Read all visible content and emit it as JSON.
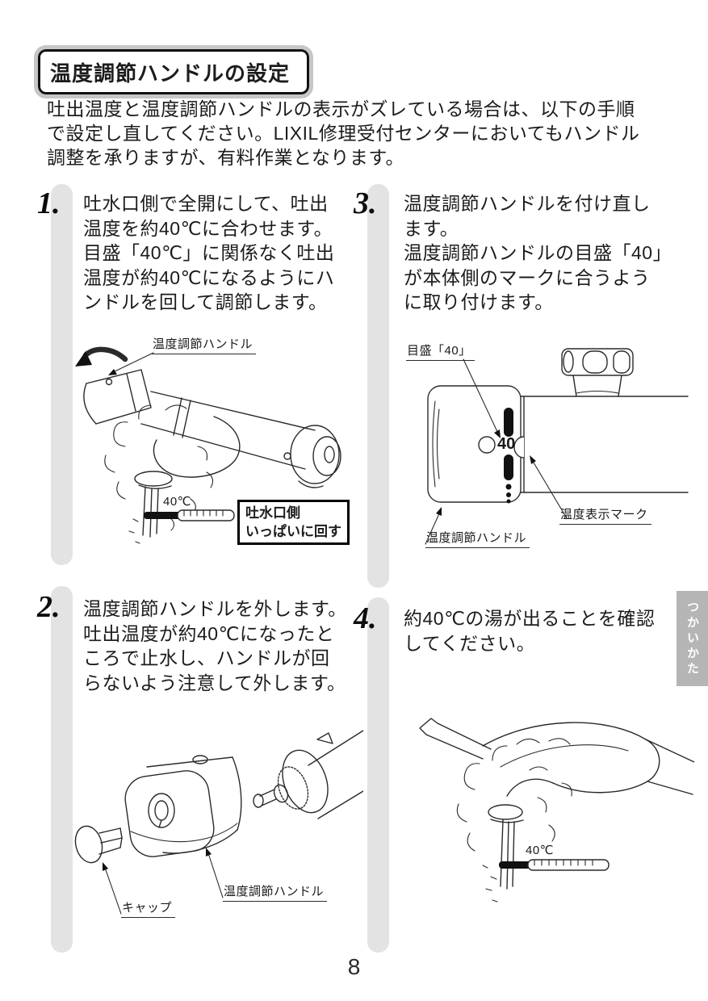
{
  "page": {
    "title": "温度調節ハンドルの設定",
    "intro": "吐出温度と温度調節ハンドルの表示がズレている場合は、以下の手順\nで設定し直してください。LIXIL修理受付センターにおいてもハンドル\n調整を承りますが、有料作業となります。",
    "side_tab": "つかいかた",
    "page_number": "8"
  },
  "steps": [
    {
      "number": "1.",
      "text": "吐水口側で全開にして、吐出\n温度を約40℃に合わせます。\n目盛「40℃」に関係なく吐出\n温度が約40℃になるようにハ\nンドルを回して調節します。"
    },
    {
      "number": "2.",
      "text": "温度調節ハンドルを外します。\n吐出温度が約40℃になったと\nころで止水し、ハンドルが回\nらないよう注意して外します。"
    },
    {
      "number": "3.",
      "text": "温度調節ハンドルを付け直し\nます。\n温度調節ハンドルの目盛「40」\nが本体側のマークに合うよう\nに取り付けます。"
    },
    {
      "number": "4.",
      "text": "約40℃の湯が出ることを確認\nしてください。"
    }
  ],
  "figures": {
    "fig1": {
      "handle_label": "温度調節ハンドル",
      "temp_label": "40℃",
      "box_line1": "吐水口側",
      "box_line2": "いっぱいに回す"
    },
    "fig2": {
      "cap_label": "キャップ",
      "handle_label": "温度調節ハンドル"
    },
    "fig3": {
      "scale_label": "目盛「40」",
      "dial_value": "40",
      "mark_label": "温度表示マーク",
      "handle_label": "温度調節ハンドル"
    },
    "fig4": {
      "temp_label": "40℃"
    }
  },
  "colors": {
    "step_bar": "#e3e3e3",
    "side_tab": "#b5b5b5",
    "title_outline": "#c6c6c6",
    "line_art": "#2a2a2a",
    "text": "#1c1c1c"
  }
}
